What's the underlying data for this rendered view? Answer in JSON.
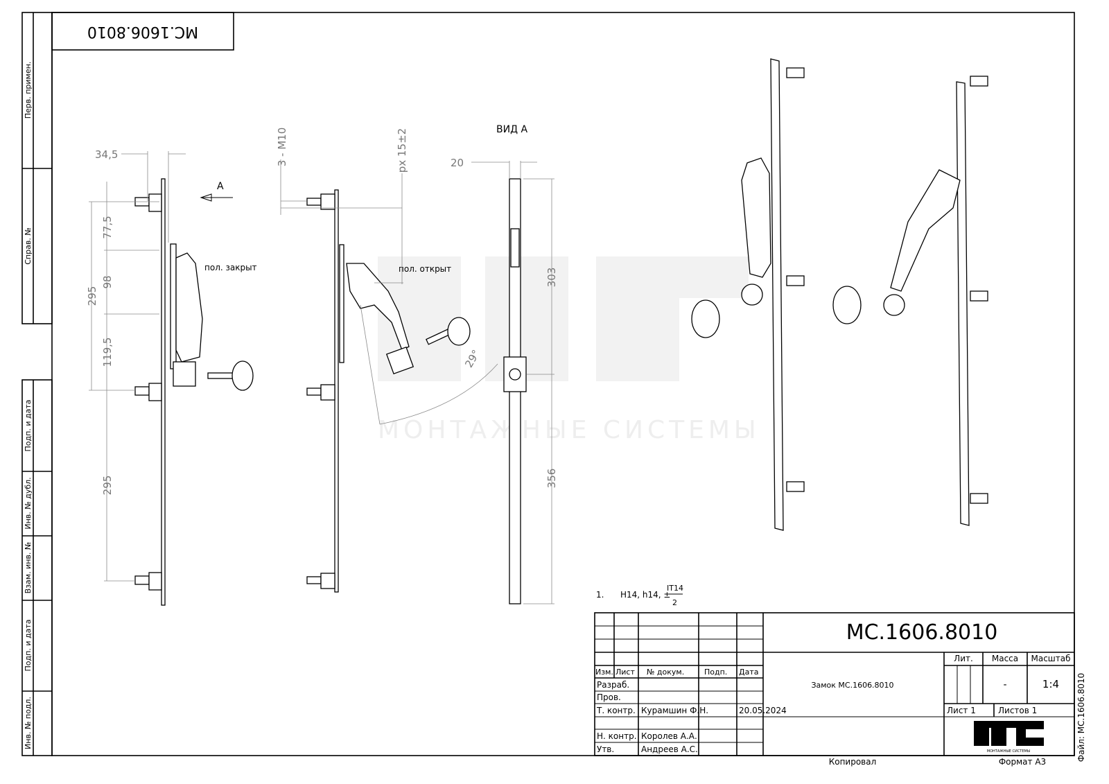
{
  "drawing": {
    "designation": "MC.1606.8010",
    "stamp_rotated": "MC.1606.8010",
    "side_labels": [
      "Перв. примен.",
      "Справ. №",
      "Подп. и дата",
      "Инв. № дубл.",
      "Взам. инв. №",
      "Подп. и дата",
      "Инв. № подл."
    ],
    "watermark": "МОНТАЖНЫЕ СИСТЕМЫ",
    "views": {
      "closed_label": "пол. закрыт",
      "open_label": "пол. открыт",
      "view_a_title": "ВИД А",
      "arrow_label": "А"
    },
    "dimensions": {
      "d34_5": "34,5",
      "d77_5": "77,5",
      "d98": "98",
      "d295a": "295",
      "d119_5": "119,5",
      "d295b": "295",
      "thread": "3 - M10",
      "travel": "px 15±2",
      "angle": "29°",
      "d20": "20",
      "d303": "303",
      "d356": "356"
    },
    "note": {
      "number": "1.",
      "text": "H14, h14, ±",
      "numerator": "IT14",
      "denominator": "2"
    }
  },
  "title_block": {
    "designation": "MC.1606.8010",
    "headers": [
      "Изм.",
      "Лист",
      "№ докум.",
      "Подп.",
      "Дата"
    ],
    "roles": [
      "Разраб.",
      "Пров.",
      "Т. контр.",
      "",
      "Н. контр.",
      "Утв."
    ],
    "names": [
      "",
      "",
      "Курамшин Ф.Н.",
      "",
      "Королев А.А.",
      "Андреев А.С."
    ],
    "dates": [
      "",
      "",
      "20.05.2024",
      "",
      "",
      ""
    ],
    "name": "Замок MC.1606.8010",
    "lit_label": "Лит.",
    "mass_label": "Масса",
    "scale_label": "Масштаб",
    "mass": "-",
    "scale": "1:4",
    "sheet": "Лист 1",
    "sheets": "Листов 1",
    "logo_text": "МОНТАЖНЫЕ СИСТЕМЫ",
    "copied": "Копировал",
    "format": "Формат А3",
    "file": "Файл: MC.1606.8010"
  }
}
